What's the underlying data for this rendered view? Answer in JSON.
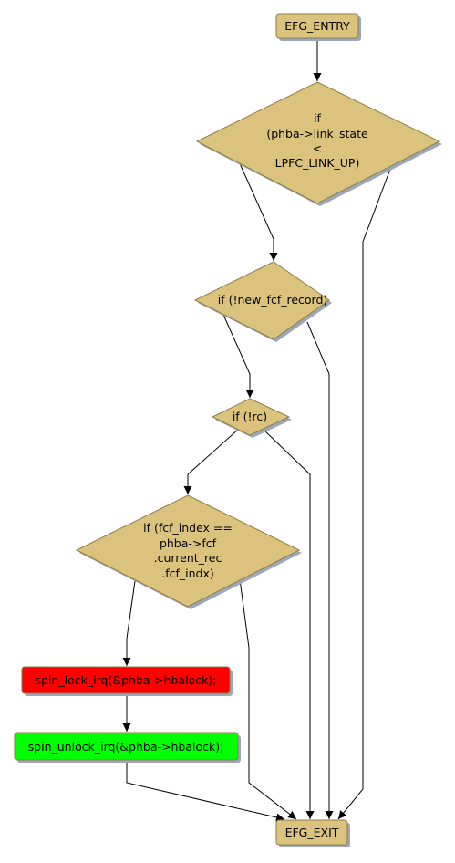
{
  "colors": {
    "decision_fill": "#dbc37e",
    "terminal_fill": "#dbc37e",
    "lock_fill": "#ff0000",
    "unlock_fill": "#00ff00",
    "shadow": "#9aa7bd",
    "border": "#8f7d45",
    "line": "#000000"
  },
  "nodes": {
    "entry": {
      "label": "EFG_ENTRY"
    },
    "link_state": {
      "lines": [
        "if",
        "(phba->link_state",
        "<",
        "LPFC_LINK_UP)"
      ]
    },
    "new_fcf": {
      "label": "if (!new_fcf_record)"
    },
    "rc": {
      "label": "if (!rc)"
    },
    "fcf_index": {
      "lines": [
        "if (fcf_index ==",
        "phba->fcf",
        ".current_rec",
        ".fcf_indx)"
      ]
    },
    "lock": {
      "label": "spin_lock_irq(&phba->hbalock);"
    },
    "unlock": {
      "label": "spin_unlock_irq(&phba->hbalock);"
    },
    "exit": {
      "label": "EFG_EXIT"
    }
  }
}
